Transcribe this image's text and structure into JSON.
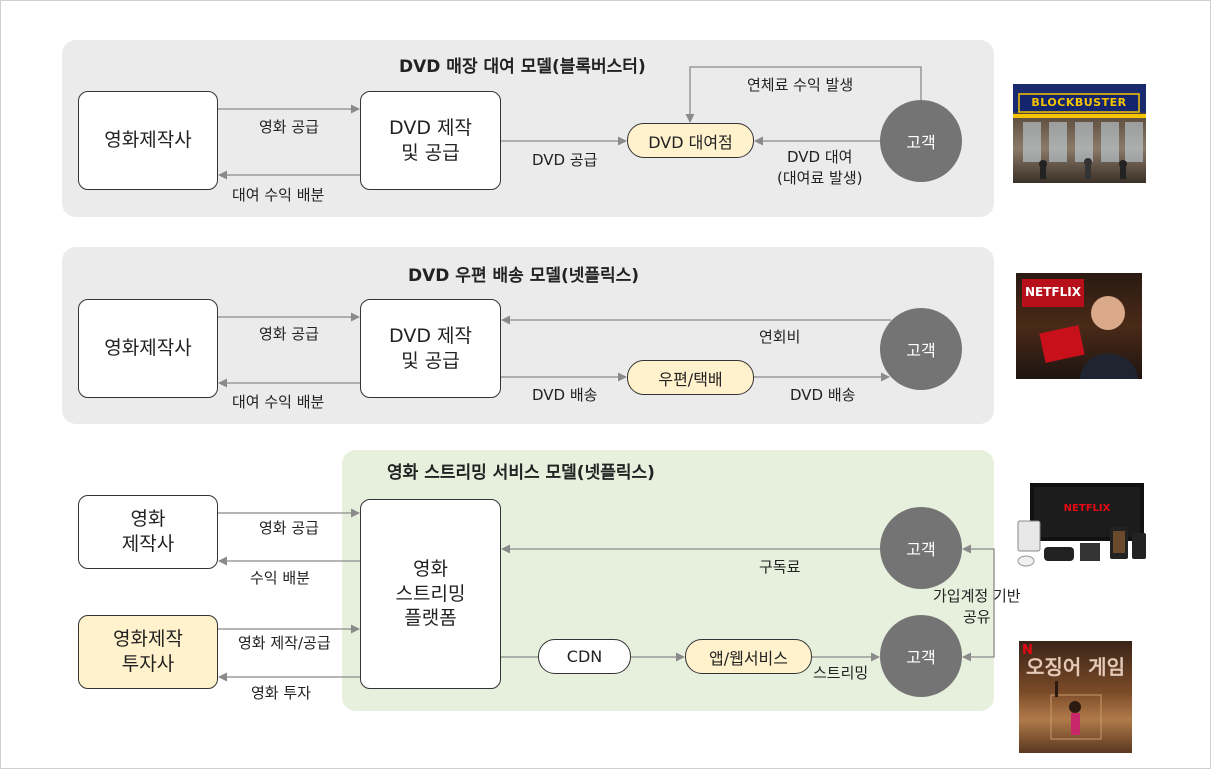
{
  "panel1": {
    "title": "DVD 매장 대여 모델(블록버스터)",
    "studio": "영화제작사",
    "producer": "DVD 제작\n및 공급",
    "store": "DVD 대여점",
    "customer": "고객",
    "edge_supply": "영화 공급",
    "edge_revenue": "대여 수익 배분",
    "edge_dvd_supply": "DVD 공급",
    "edge_rental": "DVD 대여\n(대여료 발생)",
    "edge_late_fee": "연체료 수익 발생"
  },
  "panel2": {
    "title": "DVD 우편 배송 모델(넷플릭스)",
    "studio": "영화제작사",
    "producer": "DVD 제작\n및 공급",
    "mail": "우편/택배",
    "customer": "고객",
    "edge_supply": "영화 공급",
    "edge_revenue": "대여 수익 배분",
    "edge_annual_fee": "연회비",
    "edge_dvd_ship_1": "DVD 배송",
    "edge_dvd_ship_2": "DVD 배송"
  },
  "panel3": {
    "title": "영화 스트리밍 서비스 모델(넷플릭스)",
    "studio": "영화\n제작사",
    "investor": "영화제작\n투자사",
    "platform": "영화\n스트리밍\n플랫폼",
    "cdn": "CDN",
    "app": "앱/웹서비스",
    "customer_1": "고객",
    "customer_2": "고객",
    "edge_supply": "영화 공급",
    "edge_revenue": "수익 배분",
    "edge_produce": "영화 제작/공급",
    "edge_invest": "영화 투자",
    "edge_subscription": "구독료",
    "edge_streaming": "스트리밍",
    "edge_account_share": "가입계정 기반\n공유"
  },
  "photos": {
    "blockbuster_sign": "BLOCKBUSTER",
    "netflix_sign": "NETFLIX",
    "devices_screen": "NETFLIX",
    "poster_title": "오징어 게임",
    "poster_logo": "N"
  },
  "colors": {
    "panel_gray": "#ebebeb",
    "panel_green": "#e6f0dc",
    "node_yellow": "#fff2cc",
    "customer_gray": "#747474",
    "arrow": "#8a8a8a",
    "netflix_red": "#e50914"
  }
}
